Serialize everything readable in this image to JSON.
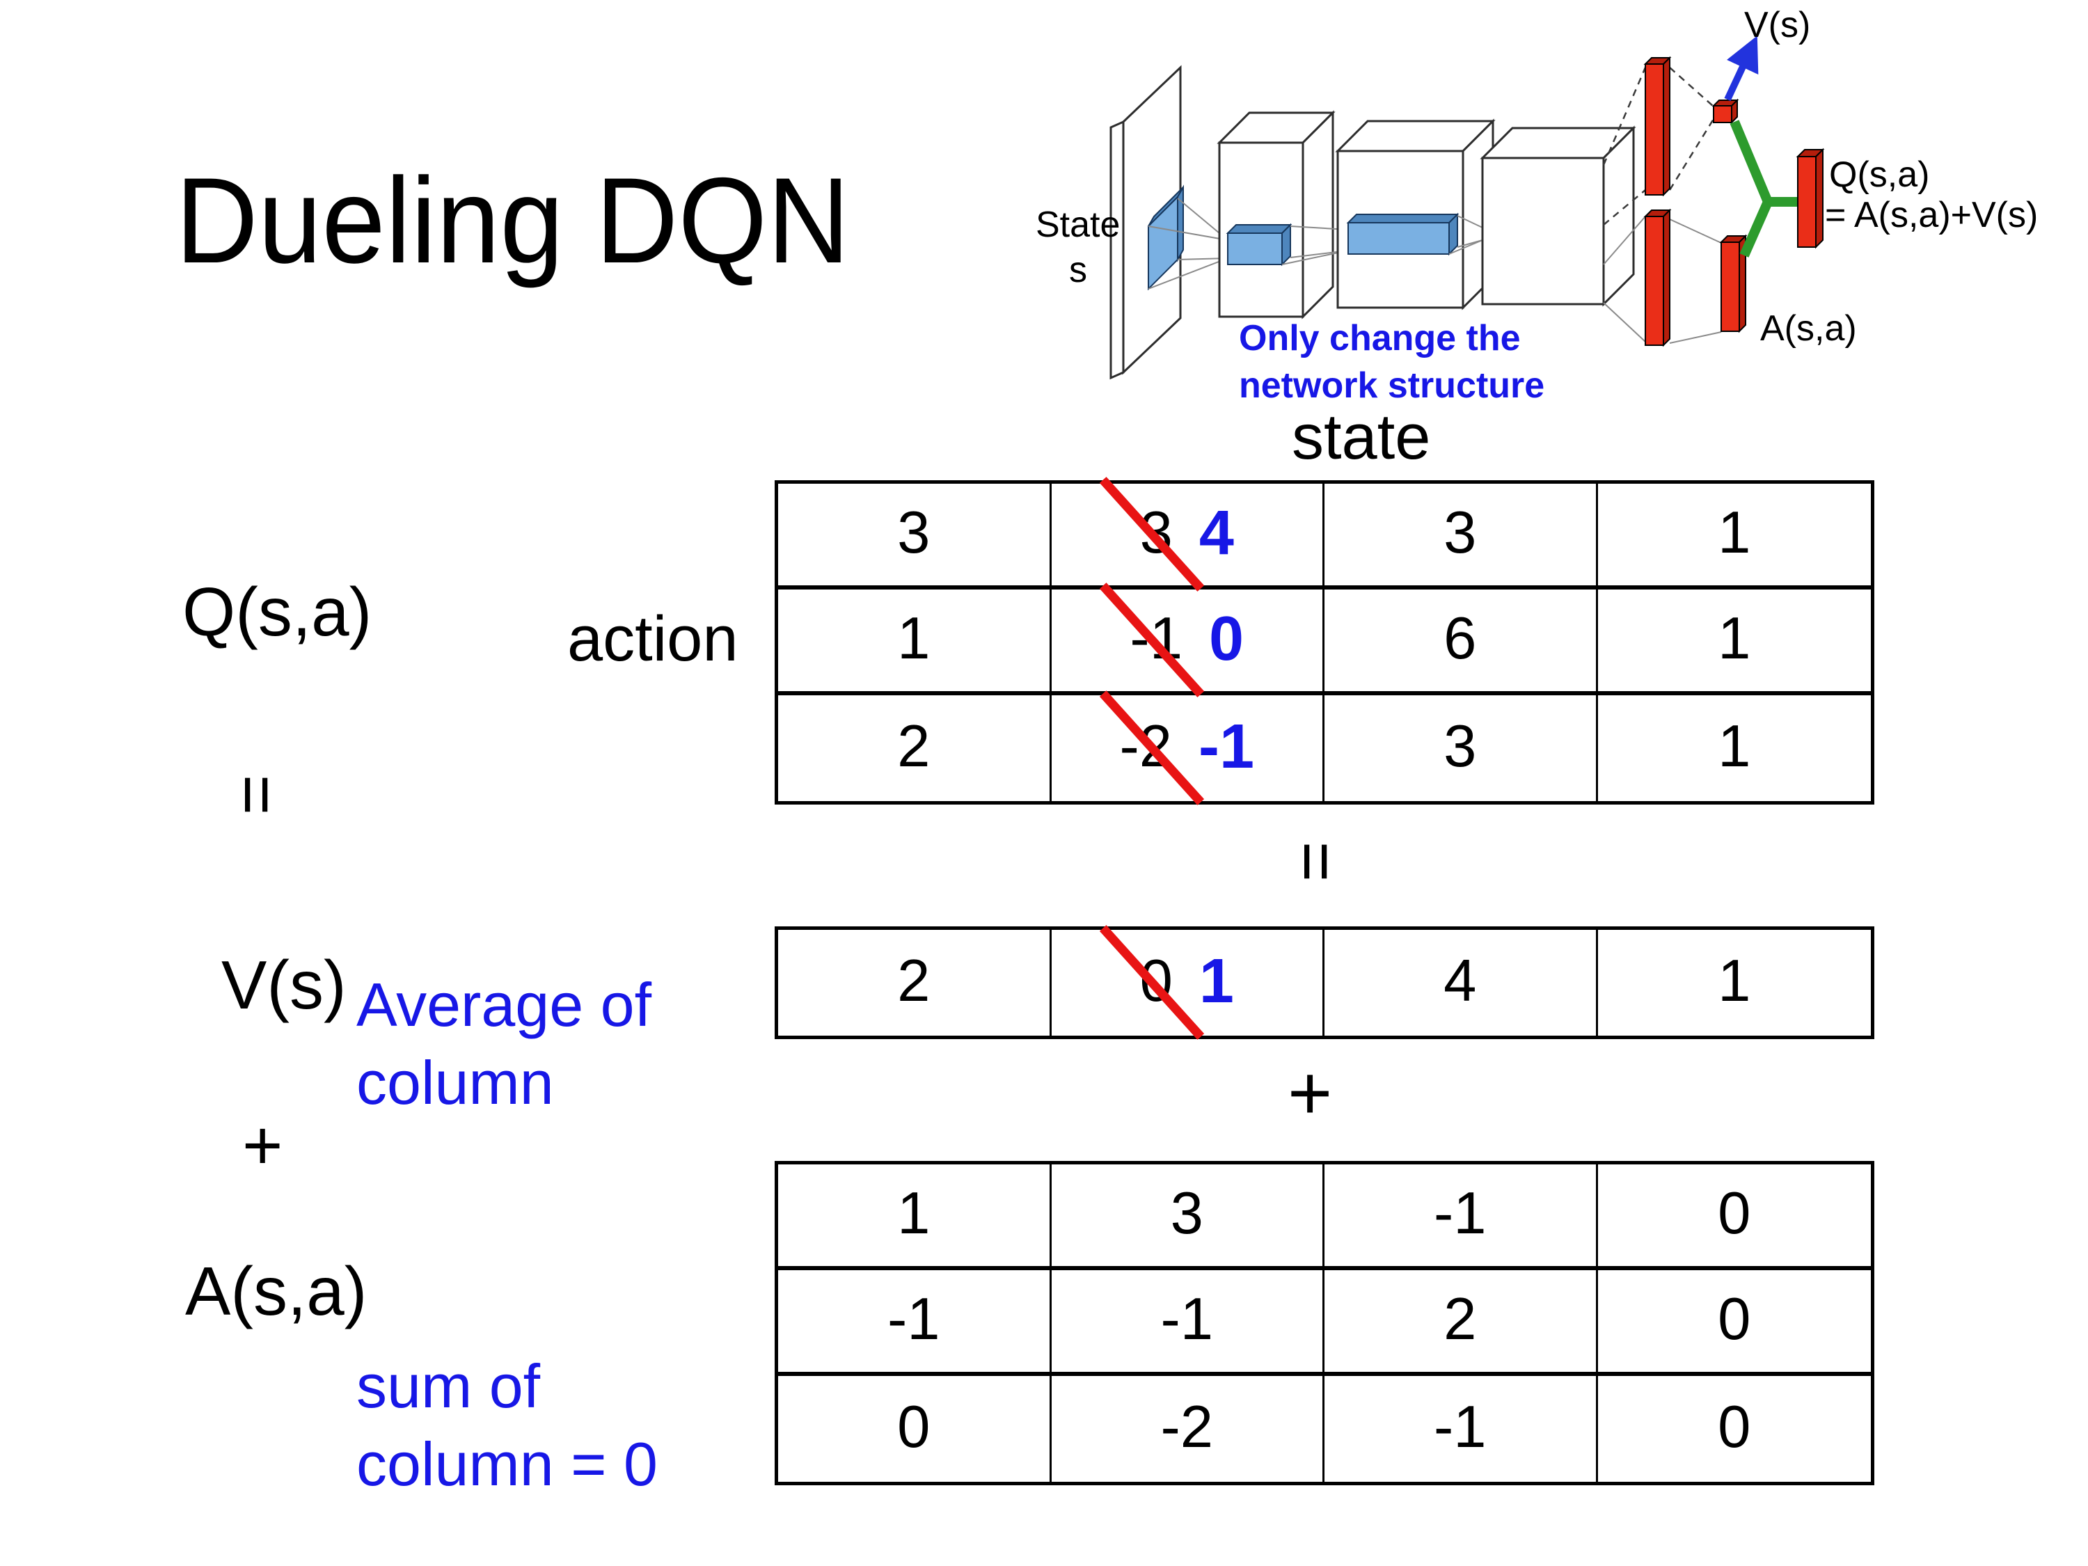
{
  "title": "Dueling DQN",
  "diagram": {
    "state_line1": "State",
    "state_line2": "s",
    "v_out_label": "V(s)",
    "a_out_label": "A(s,a)",
    "q_out_line1": "Q(s,a)",
    "q_out_line2": "= A(s,a)+V(s)",
    "note_line1": "Only change the",
    "note_line2": "network structure"
  },
  "matrix_labels": {
    "q_label": "Q(s,a)",
    "equals_left": "=",
    "equals_center": "=",
    "state_label": "state",
    "action_label": "action",
    "v_label": "V(s)",
    "avg_note_line1": "Average of",
    "avg_note_line2": "column",
    "plus_left": "+",
    "plus_center": "+",
    "a_label": "A(s,a)",
    "sum_note_line1": "sum of",
    "sum_note_line2": "column = 0"
  },
  "q_table": {
    "rows": [
      [
        "3",
        {
          "old": "3",
          "new": "4"
        },
        "3",
        "1"
      ],
      [
        "1",
        {
          "old": "-1",
          "new": "0"
        },
        "6",
        "1"
      ],
      [
        "2",
        {
          "old": "-2",
          "new": "-1"
        },
        "3",
        "1"
      ]
    ]
  },
  "v_table": {
    "rows": [
      [
        "2",
        {
          "old": "0",
          "new": "1"
        },
        "4",
        "1"
      ]
    ]
  },
  "a_table": {
    "rows": [
      [
        "1",
        "3",
        "-1",
        "0"
      ],
      [
        "-1",
        "-1",
        "2",
        "0"
      ],
      [
        "0",
        "-2",
        "-1",
        "0"
      ]
    ]
  },
  "colors": {
    "highlight_blue": "#1717e6",
    "strike_red": "#e81414",
    "bar_red": "#ea2e18",
    "filter_blue": "#7ab0e2",
    "link_green": "#2d9b2d",
    "arrow_blue": "#2233dd"
  }
}
